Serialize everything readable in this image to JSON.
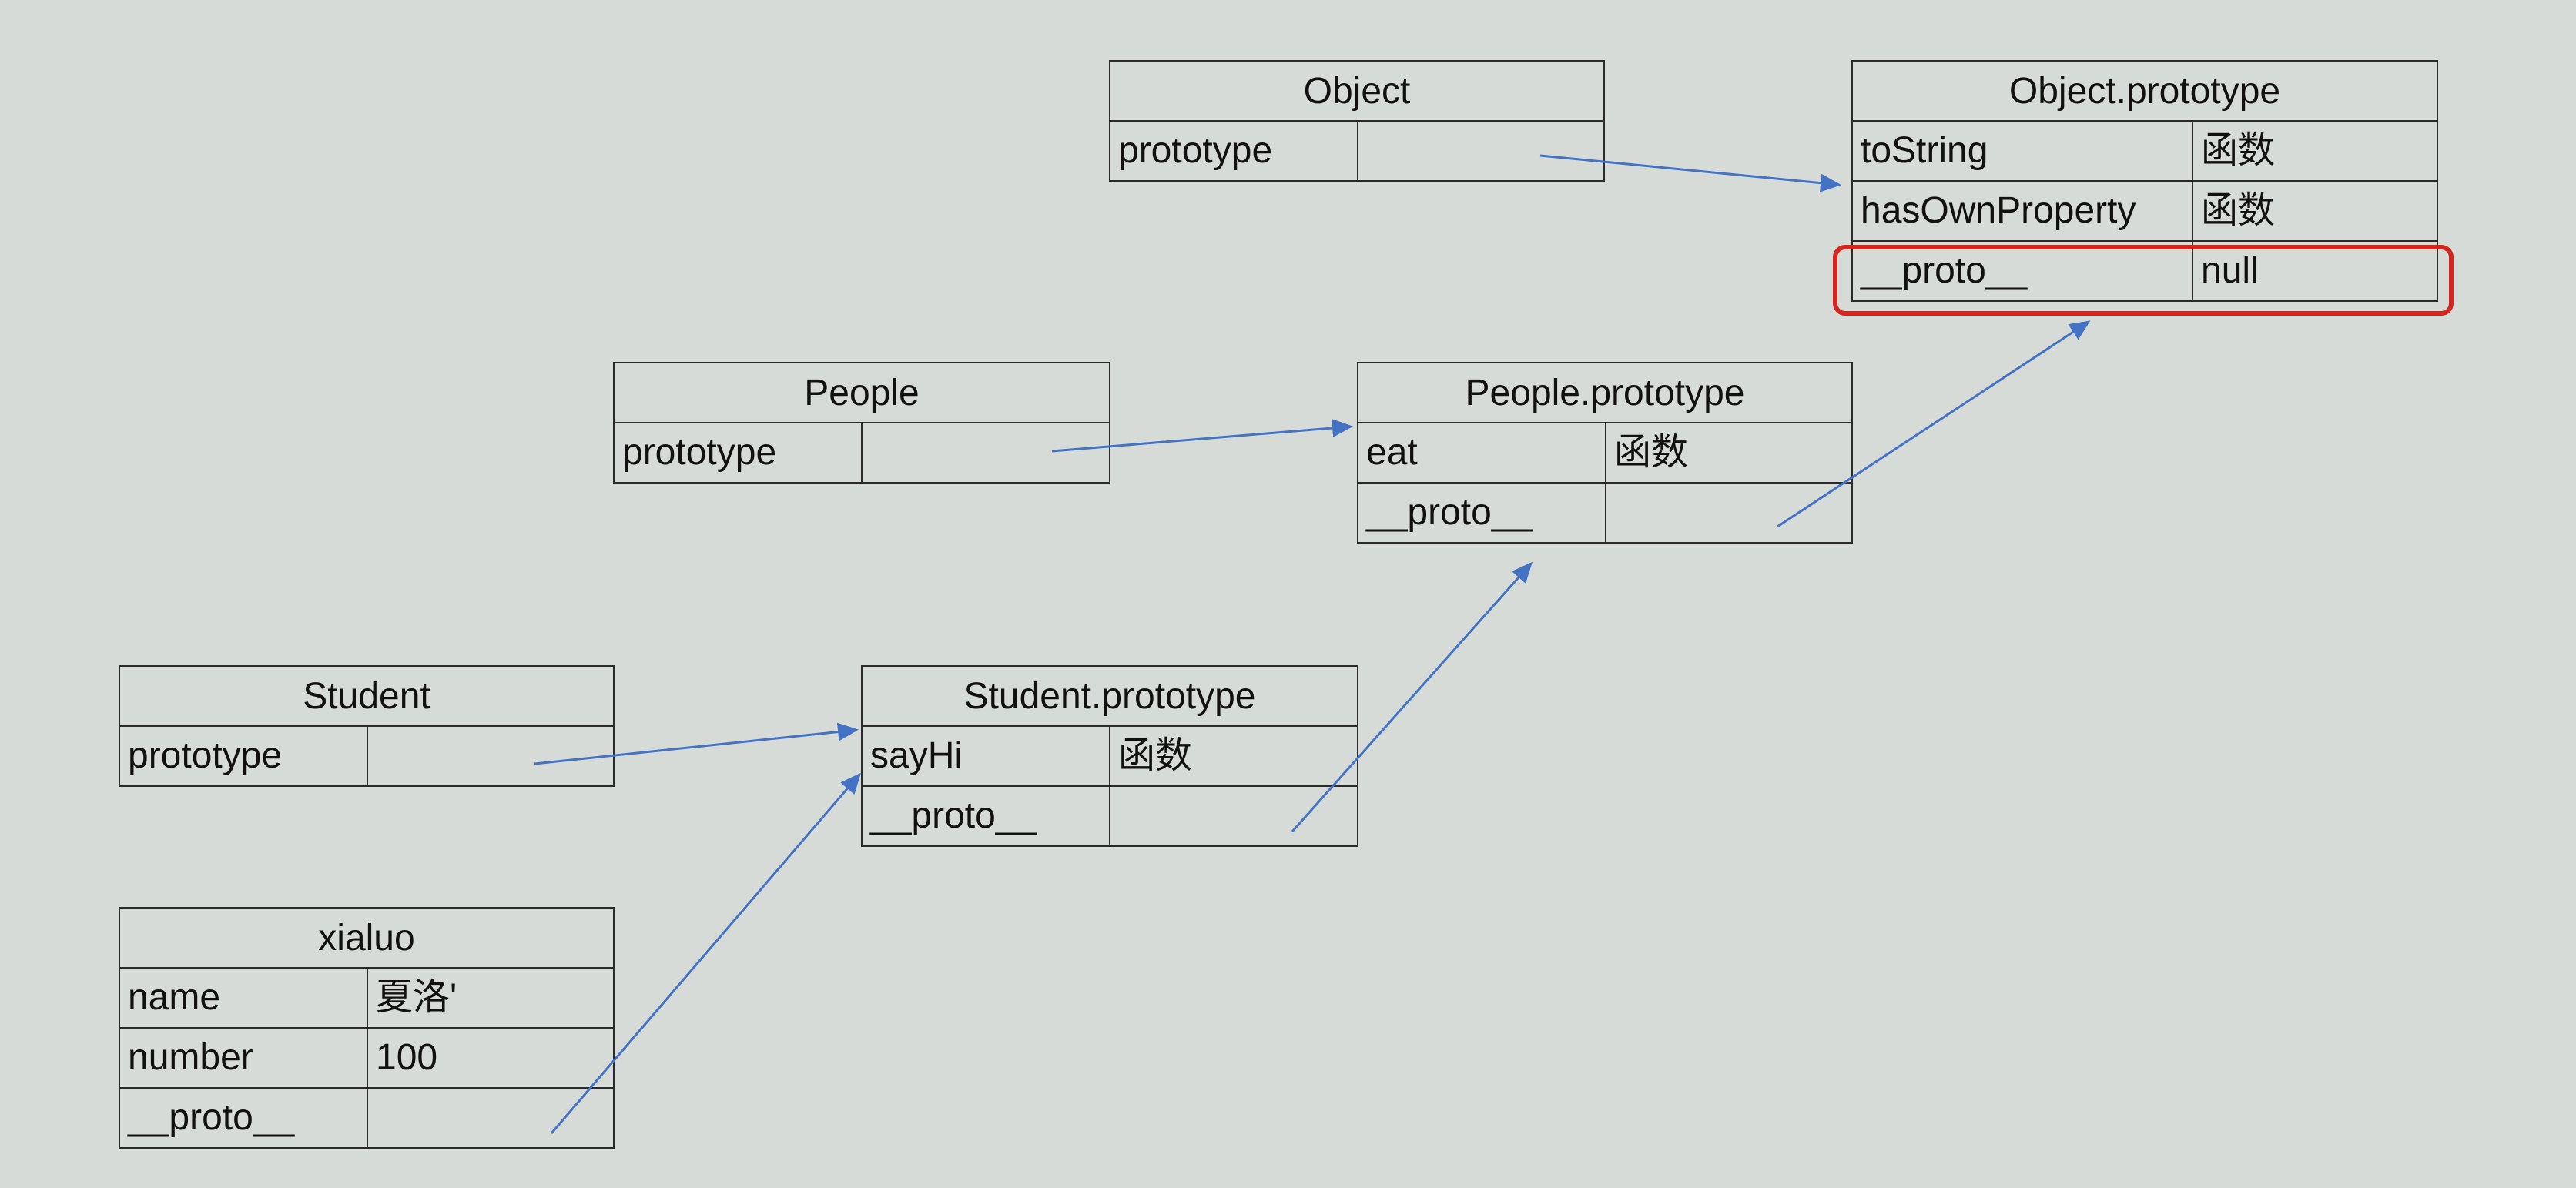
{
  "colors": {
    "background": "#d6dbd8",
    "arrow": "#4472c4",
    "highlight": "#d3261f",
    "border": "#2a2a2a"
  },
  "boxes": {
    "object": {
      "title": "Object",
      "rows": [
        {
          "key": "prototype",
          "value": ""
        }
      ]
    },
    "object_prototype": {
      "title": "Object.prototype",
      "rows": [
        {
          "key": "toString",
          "value": "函数"
        },
        {
          "key": "hasOwnProperty",
          "value": "函数"
        },
        {
          "key": "__proto__",
          "value": "null"
        }
      ]
    },
    "people": {
      "title": "People",
      "rows": [
        {
          "key": "prototype",
          "value": ""
        }
      ]
    },
    "people_prototype": {
      "title": "People.prototype",
      "rows": [
        {
          "key": "eat",
          "value": "函数"
        },
        {
          "key": "__proto__",
          "value": ""
        }
      ]
    },
    "student": {
      "title": "Student",
      "rows": [
        {
          "key": "prototype",
          "value": ""
        }
      ]
    },
    "student_prototype": {
      "title": "Student.prototype",
      "rows": [
        {
          "key": "sayHi",
          "value": "函数"
        },
        {
          "key": "__proto__",
          "value": ""
        }
      ]
    },
    "xialuo": {
      "title": "xialuo",
      "rows": [
        {
          "key": "name",
          "value": "夏洛'"
        },
        {
          "key": "number",
          "value": "100"
        },
        {
          "key": "__proto__",
          "value": ""
        }
      ]
    }
  }
}
